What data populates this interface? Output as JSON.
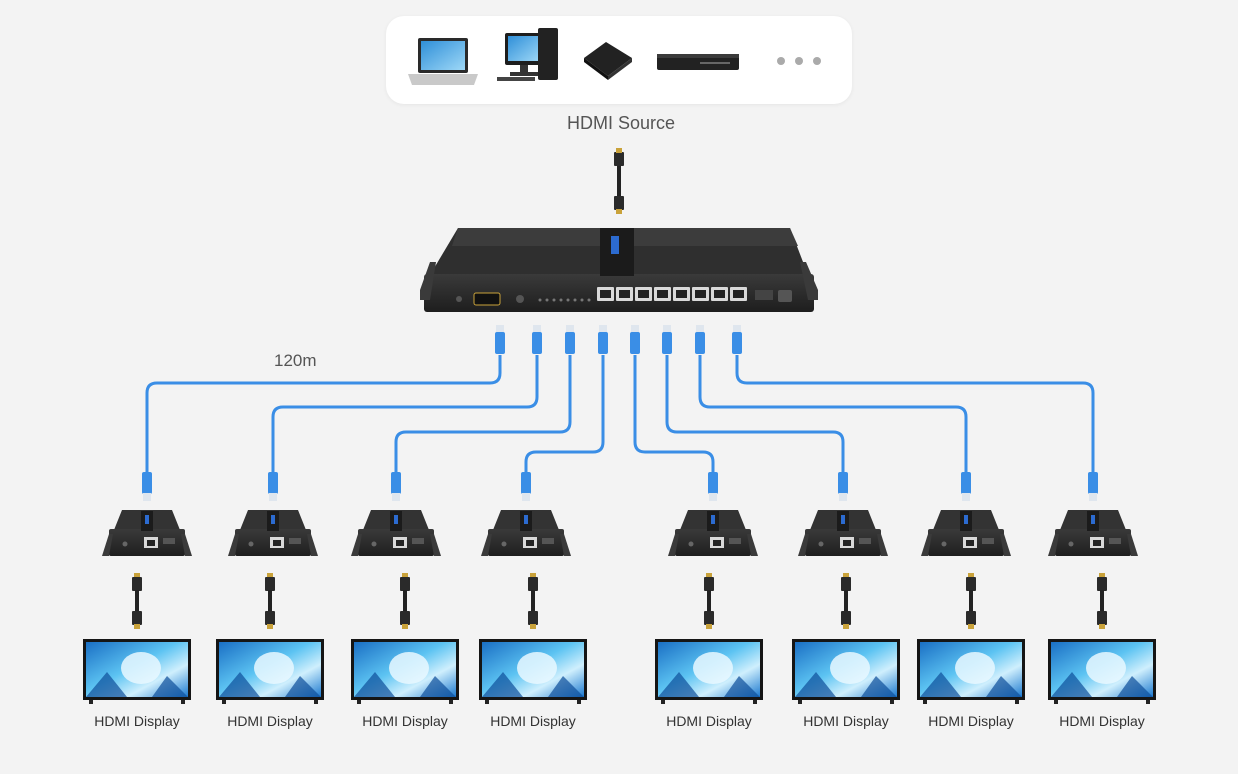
{
  "source": {
    "label": "HDMI Source",
    "devices": [
      {
        "name": "laptop-icon"
      },
      {
        "name": "desktop-pc-icon"
      },
      {
        "name": "tv-box-icon"
      },
      {
        "name": "blu-ray-player-icon"
      },
      {
        "name": "more-dots-icon"
      }
    ]
  },
  "cable_length_label": "120m",
  "transmitter": {
    "name": "hdmi-extender-splitter",
    "port_count": 8
  },
  "receivers": {
    "count": 8
  },
  "displays": [
    {
      "label": "HDMI Display"
    },
    {
      "label": "HDMI Display"
    },
    {
      "label": "HDMI Display"
    },
    {
      "label": "HDMI Display"
    },
    {
      "label": "HDMI Display"
    },
    {
      "label": "HDMI Display"
    },
    {
      "label": "HDMI Display"
    },
    {
      "label": "HDMI Display"
    }
  ],
  "colors": {
    "cat_cable": "#3a8ee6",
    "device_body": "#2b2b2b",
    "panel_bg": "#ffffff",
    "background": "#f3f3f3",
    "screen_blue": "#3fa7e8"
  }
}
